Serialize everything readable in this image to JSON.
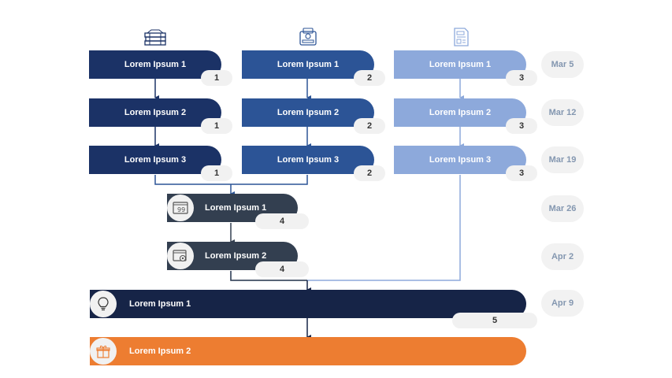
{
  "columns": [
    {
      "steps": [
        {
          "label": "Lorem Ipsum 1",
          "num": "1"
        },
        {
          "label": "Lorem Ipsum 2",
          "num": "1"
        },
        {
          "label": "Lorem Ipsum 3",
          "num": "1"
        }
      ],
      "icon": "books-icon",
      "color": "#1b3266"
    },
    {
      "steps": [
        {
          "label": "Lorem Ipsum 1",
          "num": "2"
        },
        {
          "label": "Lorem Ipsum 2",
          "num": "2"
        },
        {
          "label": "Lorem Ipsum 3",
          "num": "2"
        }
      ],
      "icon": "wallet-icon",
      "color": "#2c5496"
    },
    {
      "steps": [
        {
          "label": "Lorem Ipsum 1",
          "num": "3"
        },
        {
          "label": "Lorem Ipsum 2",
          "num": "3"
        },
        {
          "label": "Lorem Ipsum 3",
          "num": "3"
        }
      ],
      "icon": "document-icon",
      "color": "#8da9db"
    }
  ],
  "merge_steps": [
    {
      "label": "Lorem Ipsum 1",
      "num": "4",
      "icon": "quote-window-icon",
      "color": "#333f50"
    },
    {
      "label": "Lorem Ipsum 2",
      "num": "4",
      "icon": "browser-gear-icon",
      "color": "#333f50"
    }
  ],
  "final_steps": [
    {
      "label": "Lorem Ipsum 1",
      "num": "5",
      "icon": "lightbulb-icon",
      "color": "#162447"
    },
    {
      "label": "Lorem Ipsum 2",
      "num": "",
      "icon": "gift-box-icon",
      "color": "#ed7d31"
    }
  ],
  "dates": [
    "Mar 5",
    "Mar 12",
    "Mar 19",
    "Mar 26",
    "Apr 2",
    "Apr 9"
  ]
}
